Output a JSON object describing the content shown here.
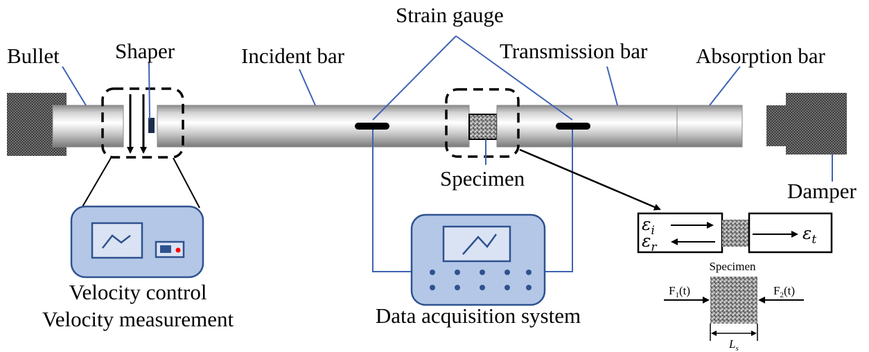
{
  "labels": {
    "bullet": "Bullet",
    "shaper": "Shaper",
    "incident_bar": "Incident bar",
    "strain_gauge": "Strain gauge",
    "transmission_bar": "Transmission bar",
    "absorption_bar": "Absorption bar",
    "specimen": "Specimen",
    "damper": "Damper",
    "velocity_control": "Velocity control",
    "velocity_measurement": "Velocity measurement",
    "data_acquisition": "Data acquisition system"
  },
  "inset": {
    "eps_i": "ε",
    "eps_i_sub": "i",
    "eps_r": "ε",
    "eps_r_sub": "r",
    "eps_t": "ε",
    "eps_t_sub": "t",
    "specimen_title": "Specimen",
    "f1": "F",
    "f1_sub": "1",
    "f1_arg": "(t)",
    "f2": "F",
    "f2_sub": "2",
    "f2_arg": "(t)",
    "length": "L",
    "length_sub": "s"
  },
  "colors": {
    "leader_line": "#3f63b5",
    "device_fill": "#b4c7e7",
    "device_stroke": "#2f528f",
    "indicator_dot": "#ff0000"
  },
  "icons": {
    "waveform_screen": "waveform-icon",
    "knob": "knob-icon"
  }
}
